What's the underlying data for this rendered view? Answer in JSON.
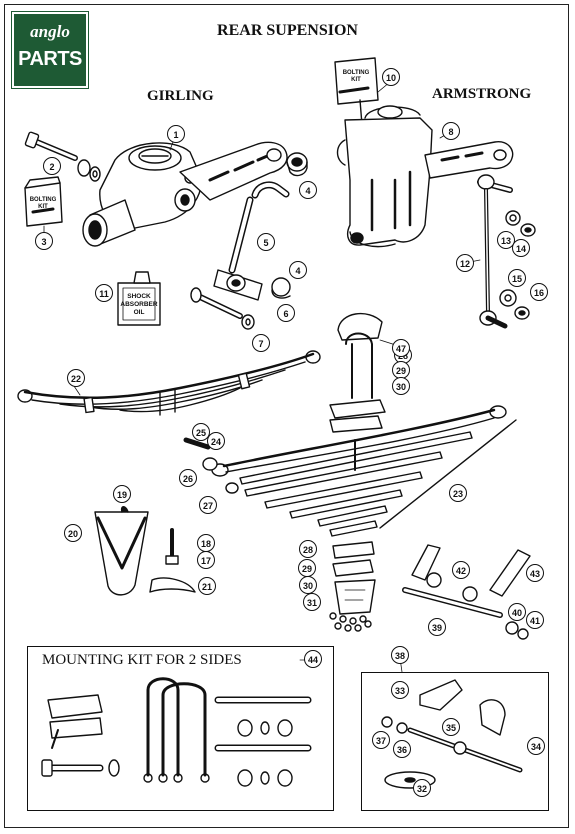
{
  "title": "REAR SUPENSION",
  "logo": {
    "line1": "anglo",
    "line2": "PARTS",
    "color": "#1e5a34"
  },
  "sections": {
    "girling": "GIRLING",
    "armstrong": "ARMSTRONG",
    "mounting_kit": "MOUNTING KIT FOR 2 SIDES"
  },
  "labels": {
    "bolting_kit": [
      "BOLTING",
      "KIT"
    ],
    "shock_oil": [
      "SHOCK",
      "ABSORBER",
      "OIL"
    ]
  },
  "callouts": [
    "1",
    "2",
    "3",
    "4",
    "4",
    "5",
    "6",
    "7",
    "8",
    "10",
    "11",
    "12",
    "13",
    "14",
    "15",
    "16",
    "22",
    "23",
    "24",
    "25",
    "26",
    "27",
    "28",
    "29",
    "30",
    "47",
    "17",
    "18",
    "19",
    "20",
    "21",
    "28",
    "29",
    "30",
    "31",
    "32",
    "33",
    "34",
    "35",
    "36",
    "37",
    "38",
    "39",
    "40",
    "41",
    "42",
    "43",
    "44",
    "45"
  ]
}
